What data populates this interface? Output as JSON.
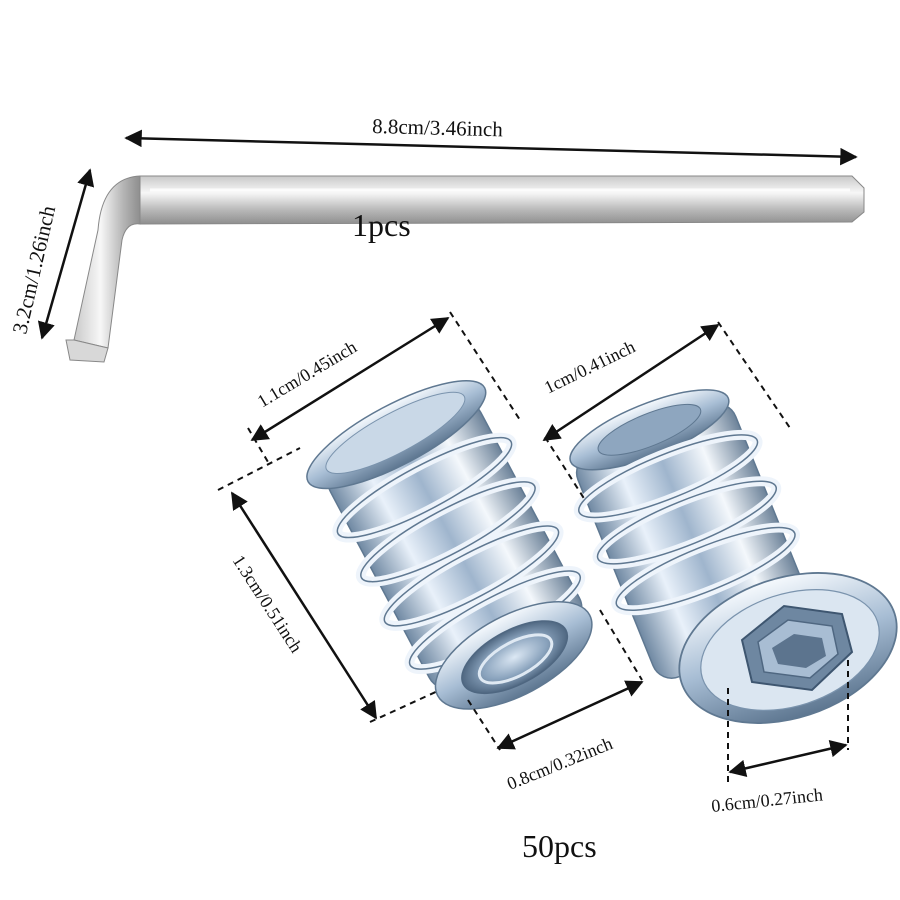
{
  "wrench": {
    "length_label": "8.8cm/3.46inch",
    "height_label": "3.2cm/1.26inch",
    "quantity_label": "1pcs"
  },
  "left_insert": {
    "width_label": "1.1cm/0.45inch",
    "length_label": "1.3cm/0.51inch",
    "bore_label": "0.8cm/0.32inch"
  },
  "right_insert": {
    "width_label": "1cm/0.41inch",
    "hex_label": "0.6cm/0.27inch"
  },
  "inserts_quantity_label": "50pcs",
  "colors": {
    "metal_light": "#eef4fb",
    "metal_mid": "#a9bfd6",
    "metal_dark": "#5f7891",
    "wrench_light": "#f2f2f2",
    "wrench_dark": "#9a9a9a",
    "text": "#111111"
  }
}
